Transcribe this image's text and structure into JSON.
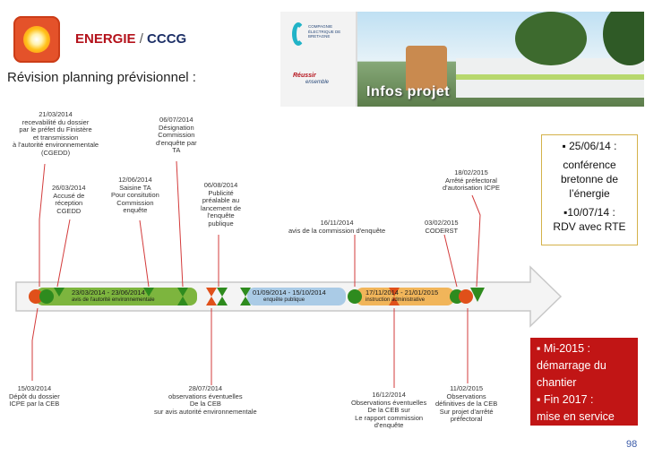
{
  "header": {
    "title_a": "ENERGIE",
    "title_sep": "/",
    "title_b": "CCCG",
    "subtitle": "Révision planning prévisionnel :"
  },
  "banner": {
    "logo_text": "COMPAGNIE ÉLECTRIQUE DE BRETAGNE",
    "reussir": "Réussir",
    "ensemble": "ensemble",
    "caption": "Infos projet"
  },
  "timeline": {
    "top_labels": [
      {
        "date": "21/03/2014",
        "text": "recevabilité du dossier\npar le préfet du Finistère\net transmission\nà l'autorité environnementale\n(CGEDD)"
      },
      {
        "date": "26/03/2014",
        "text": "Accusé de\nréception\nCGEDD"
      },
      {
        "date": "06/07/2014",
        "text": "Désignation\nCommission\nd'enquête par\nTA"
      },
      {
        "date": "12/06/2014",
        "text": "Saisine TA\nPour consitution\nCommission\nenquête"
      },
      {
        "date": "06/08/2014",
        "text": "Publicité\npréalable au\nlancement de\nl'enquête\npublique"
      },
      {
        "date": "16/11/2014",
        "text": "avis de la commission d'enquête"
      },
      {
        "date": "03/02/2015",
        "text": "CODERST"
      },
      {
        "date": "18/02/2015",
        "text": "Arrêté préfectoral\nd'autorisation ICPE"
      }
    ],
    "bottom_labels": [
      {
        "date": "15/03/2014",
        "text": "Dépôt du dossier\nICPE par la CEB"
      },
      {
        "date": "28/07/2014",
        "text": "observations éventuelles\nDe la CEB\nsur avis autorité environnementale"
      },
      {
        "date": "16/12/2014",
        "text": "Observations éventuelles\nDe la CEB sur\nLe rapport commission\nd'enquête"
      },
      {
        "date": "11/02/2015",
        "text": "Observations\ndéfinitives de la CEB\nSur projet d'arrêté\npréfectoral"
      }
    ],
    "segments": [
      {
        "dates": "23/03/2014 - 23/06/2014",
        "caption": "avis de l'autorité environnementale"
      },
      {
        "dates": "01/09/2014 - 15/10/2014",
        "caption": "enquête publique"
      },
      {
        "dates": "17/11/2014 - 21/01/2015",
        "caption": "instruction administrative"
      }
    ]
  },
  "notes": {
    "box1_line1": "▪ 25/06/14 :",
    "box1_line2": "conférence",
    "box1_line3": "bretonne de",
    "box1_line4": "l’énergie",
    "box1_line5": "▪10/07/14 :",
    "box1_line6": "RDV avec RTE",
    "box2_line1": "▪ Mi-2015 :",
    "box2_line2": "démarrage du",
    "box2_line3": "chantier",
    "box2_line4": "▪ Fin 2017 :",
    "box2_line5": "mise en service"
  },
  "page_number": "98",
  "colors": {
    "accent_red": "#c11515",
    "green_dot": "#2e8b1e",
    "orange_dot": "#e0501a",
    "green_seg": "#7db53e",
    "orange_seg": "#f1b55a",
    "blue_seg": "#aacbe6"
  }
}
